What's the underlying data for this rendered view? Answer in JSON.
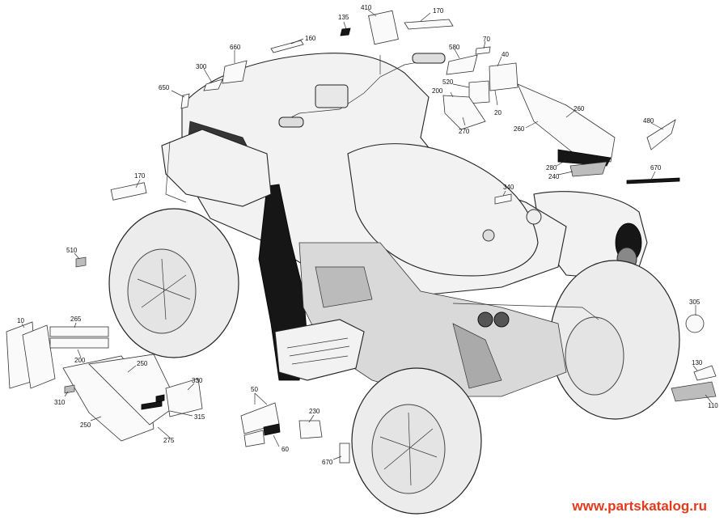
{
  "diagram": {
    "callouts": [
      {
        "id": "c135",
        "text": "135"
      },
      {
        "id": "c410",
        "text": "410"
      },
      {
        "id": "c170a",
        "text": "170"
      },
      {
        "id": "c160",
        "text": "160"
      },
      {
        "id": "c660",
        "text": "660"
      },
      {
        "id": "c300",
        "text": "300"
      },
      {
        "id": "c580",
        "text": "580"
      },
      {
        "id": "c70",
        "text": "70"
      },
      {
        "id": "c40",
        "text": "40"
      },
      {
        "id": "c520",
        "text": "520"
      },
      {
        "id": "c200a",
        "text": "200"
      },
      {
        "id": "c20",
        "text": "20"
      },
      {
        "id": "c270",
        "text": "270"
      },
      {
        "id": "c650",
        "text": "650"
      },
      {
        "id": "c260a",
        "text": "260"
      },
      {
        "id": "c260b",
        "text": "260"
      },
      {
        "id": "c480",
        "text": "480"
      },
      {
        "id": "c280",
        "text": "280"
      },
      {
        "id": "c240",
        "text": "240"
      },
      {
        "id": "c670a",
        "text": "670"
      },
      {
        "id": "c170b",
        "text": "170"
      },
      {
        "id": "c340",
        "text": "340"
      },
      {
        "id": "c510",
        "text": "510"
      },
      {
        "id": "c305",
        "text": "305"
      },
      {
        "id": "c10",
        "text": "10"
      },
      {
        "id": "c265",
        "text": "265"
      },
      {
        "id": "c200b",
        "text": "200"
      },
      {
        "id": "c250a",
        "text": "250"
      },
      {
        "id": "c330",
        "text": "330"
      },
      {
        "id": "c310",
        "text": "310"
      },
      {
        "id": "c315",
        "text": "315"
      },
      {
        "id": "c250b",
        "text": "250"
      },
      {
        "id": "c275",
        "text": "275"
      },
      {
        "id": "c50",
        "text": "50"
      },
      {
        "id": "c230",
        "text": "230"
      },
      {
        "id": "c60",
        "text": "60"
      },
      {
        "id": "c670b",
        "text": "670"
      },
      {
        "id": "c130",
        "text": "130"
      },
      {
        "id": "c110",
        "text": "110"
      }
    ]
  },
  "watermark": "www.partskatalog.ru"
}
